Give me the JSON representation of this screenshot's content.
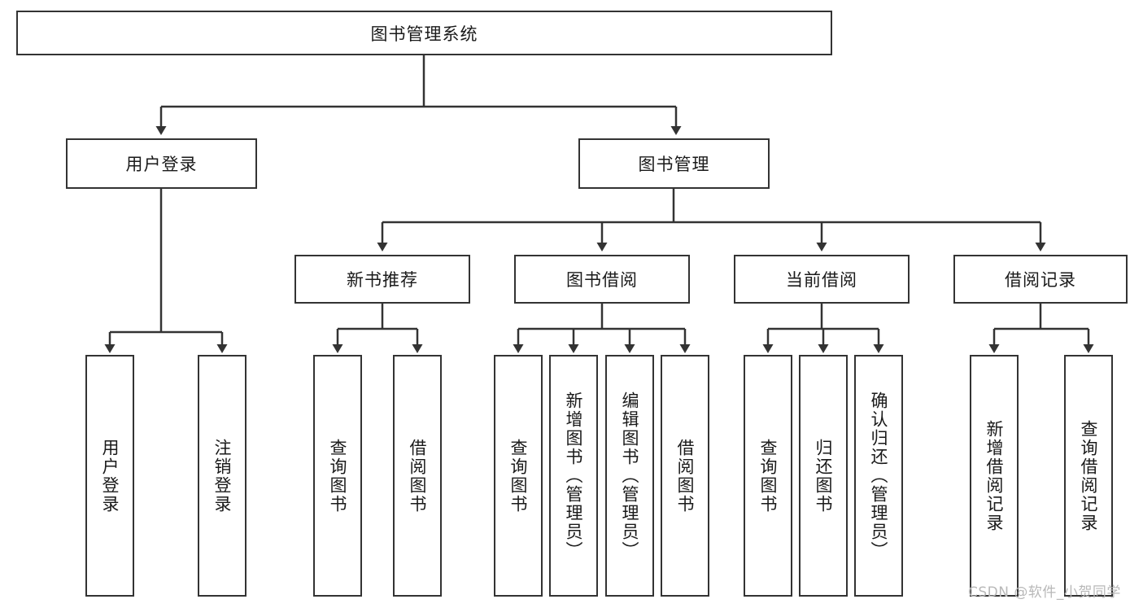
{
  "diagram": {
    "title": "图书管理系统",
    "type": "tree",
    "root": {
      "label": "图书管理系统"
    },
    "level2": [
      {
        "label": "用户登录"
      },
      {
        "label": "图书管理"
      }
    ],
    "level3": [
      {
        "label": "新书推荐"
      },
      {
        "label": "图书借阅"
      },
      {
        "label": "当前借阅"
      },
      {
        "label": "借阅记录"
      }
    ],
    "leaves": {
      "user_login": [
        {
          "label": "用户登录"
        },
        {
          "label": "注销登录"
        }
      ],
      "new_book_recommend": [
        {
          "label": "查询图书"
        },
        {
          "label": "借阅图书"
        }
      ],
      "book_borrow": [
        {
          "label": "查询图书"
        },
        {
          "label": "新增图书（管理员）"
        },
        {
          "label": "编辑图书（管理员）"
        },
        {
          "label": "借阅图书"
        }
      ],
      "current_borrow": [
        {
          "label": "查询图书"
        },
        {
          "label": "归还图书"
        },
        {
          "label": "确认归还（管理员）"
        }
      ],
      "borrow_record": [
        {
          "label": "新增借阅记录"
        },
        {
          "label": "查询借阅记录"
        }
      ]
    }
  },
  "watermark": {
    "text": "CSDN @软件_小贺同学"
  },
  "colors": {
    "line": "#333333",
    "box_border": "#333333",
    "text": "#1a1a1a",
    "background": "#ffffff",
    "watermark": "#b8b8b8"
  }
}
